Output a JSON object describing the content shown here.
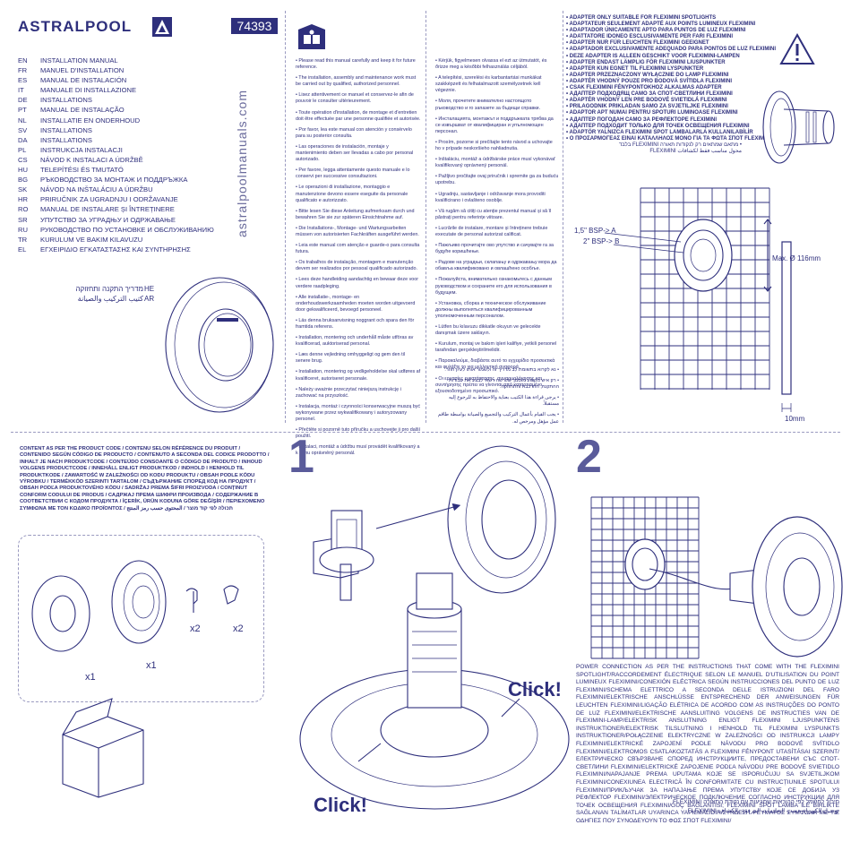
{
  "header": {
    "brand": "ASTRALPOOL",
    "product_code": "74393",
    "website": "astralpoolmanuals.com"
  },
  "languages": [
    {
      "code": "EN",
      "title": "INSTALLATION MANUAL"
    },
    {
      "code": "FR",
      "title": "MANUEL D'INSTALLATION"
    },
    {
      "code": "ES",
      "title": "MANUAL DE INSTALACIÓN"
    },
    {
      "code": "IT",
      "title": "MANUALE DI INSTALLAZIONE"
    },
    {
      "code": "DE",
      "title": "INSTALLATIONS"
    },
    {
      "code": "PT",
      "title": "MANUAL DE INSTALAÇÃO"
    },
    {
      "code": "NL",
      "title": "INSTALLATIE EN ONDERHOUD"
    },
    {
      "code": "SV",
      "title": "INSTALLATIONS"
    },
    {
      "code": "DA",
      "title": "INSTALLATIONS"
    },
    {
      "code": "PL",
      "title": "INSTRUKCJA INSTALACJI"
    },
    {
      "code": "CS",
      "title": "NÁVOD K INSTALACI A ÚDRŽBĚ"
    },
    {
      "code": "HU",
      "title": "TELEPÍTÉSI ÉS TMUTATÓ"
    },
    {
      "code": "BG",
      "title": "РЪКОВОДСТВО ЗА МОНТАЖ И ПОДДРЪЖКА"
    },
    {
      "code": "SK",
      "title": "NÁVOD NA INŠTALÁCIU A ÚDRŽBU"
    },
    {
      "code": "HR",
      "title": "PRIRUČNIK ZA UGRADNJU I ODRŽAVANJE"
    },
    {
      "code": "RO",
      "title": "MANUAL DE INSTALARE ȘI ÎNTREȚINERE"
    },
    {
      "code": "SR",
      "title": "УПУТСТВО ЗА УГРАДЊУ И ОДРЖАВАЊЕ"
    },
    {
      "code": "RU",
      "title": "РУКОВОДСТВО ПО УСТАНОВКЕ И ОБСЛУЖИВАНИЮ"
    },
    {
      "code": "TR",
      "title": "KURULUM VE BAKIM KILAVUZU"
    },
    {
      "code": "EL",
      "title": "ΕΓΧΕΙΡΙΔΙΟ ΕΓΚΑΤΑΣΤΑΣΗΣ ΚΑΙ ΣΥΝΤΗΡΗΣΗΣ"
    }
  ],
  "languages_rtl": {
    "he_title": "מדריך התקנה ותחזוקה",
    "he_code": "HE",
    "ar_title": "كتيب التركيب والصيانة",
    "ar_code": "AR"
  },
  "safety_col1": [
    "• Please read this manual carefully and keep it for future reference.",
    "• The installation, assembly and maintenance work must be carried out by qualified, authorized personnel.",
    "• Lisez attentivement ce manuel et conservez-le afin de pouvoir le consulter ultérieurement.",
    "• Toute opération d'installation, de montage et d'entretien doit être effectuée par une personne qualifiée et autorisée.",
    "• Por favor, lea este manual con atención y consérvelo para su posterior consulta.",
    "• Las operaciones de instalación, montaje y mantenimiento deben ser llevadas a cabo por personal autorizado.",
    "• Per favore, legga attentamente questo manuale e lo conservi per successive consultazioni.",
    "• Le operazioni di installazione, montaggio e manutenzione devono essere eseguite da personale qualificato e autorizzato.",
    "• Bitte lesen Sie diese Anleitung aufmerksam durch und bewahren Sie sie zur späteren Einsichtnahme auf.",
    "• Die Installations-, Montage- und Wartungsarbeiten müssen von autorisierten Fachkräften ausgeführt werden.",
    "• Leia este manual com atenção e guarde-o para consulta futura.",
    "• Os trabalhos de instalação, montagem e manutenção devem ser realizados por pessoal qualificado autorizado.",
    "• Lees deze handleiding aandachtig en bewaar deze voor verdere raadpleging.",
    "• Alle installatie-, montage- en onderhoudswerkzaamheden moeten worden uitgevoerd door gekwalificeerd, bevoegd personeel.",
    "• Läs denna bruksanvisning noggrant och spara den för framtida referens.",
    "• Installation, montering och underhåll måste utföras av kvalificerad, auktoriserad personal.",
    "• Læs denne vejledning omhyggeligt og gem den til senere brug.",
    "• Installation, montering og vedligeholdelse skal udføres af kvalificeret, autoriseret personale.",
    "• Należy uważnie przeczytać niniejszą instrukcję i zachować na przyszłość.",
    "• Instalacja, montaż i czynności konserwacyjne muszą być wykonywane przez wykwalifikowany i autoryzowany personel.",
    "• Přečtěte si pozorně tuto příručku a uschovejte ji pro další použití.",
    "• Instalaci, montáž a údržbu musí provádět kvalifikovaný a k tomu oprávněný personál."
  ],
  "safety_col2": [
    "• Kérjük, figyelmesen olvassa el ezt az útmutatót, és őrizze meg a későbbi felhasználás céljából.",
    "• A telepítési, szerelési és karbantartási munkákat szakképzett és felhatalmazott személyzetnek kell végeznie.",
    "• Моля, прочетете внимателно настоящото ръководство и го запазете за бъдещи справки.",
    "• Инсталацията, монтажът и поддръжката трябва да се извършват от квалифициран и упълномощен персонал.",
    "• Prosím, pozorne si prečítajte tento návod a uchovajte ho v prípade neskoršieho nahliadnutia.",
    "• Inštaláciu, montáž a údržbárske práce musí vykonávať kvalifikovaný oprávnený personál.",
    "• Pažljivo pročitajte ovaj priručnik i spremite ga za buduću upotrebu.",
    "• Ugradnju, sastavljanje i održavanje mora provoditi kvalificirano i ovlašteno osoblje.",
    "• Vă rugăm să citiți cu atenție prezentul manual și să îl păstrați pentru referințe viitoare.",
    "• Lucrările de instalare, montare și întreținere trebuie executate de personal autorizat calificat.",
    "• Пажљиво прочитајте ово упутство и сачувајте га за будуће коришћење.",
    "• Радове на уградњи, склапању и одржавању мора да обавља квалификовано и овлашћено особље.",
    "• Пожалуйста, внимательно ознакомьтесь с данным руководством и сохраните его для использования в будущем.",
    "• Установка, сборка и техническое обслуживание должны выполняться квалифицированным уполномоченным персоналом.",
    "• Lütfen bu kılavuzu dikkatle okuyun ve gelecekte danışmak üzere saklayın.",
    "• Kurulum, montaj ve bakım işleri kalifiye, yetkili personel tarafından gerçekleştirilmelidir.",
    "• Παρακαλούμε, διαβάστε αυτό το εγχειρίδιο προσεκτικά και φυλάξτε το για μελλοντική αναφορά.",
    "• Οι εργασίες εγκατάστασης, συναρμολόγησης και συντήρησης πρέπει να γίνονται από καταρτισμένο, εξουσιοδοτημένο προσωπικό."
  ],
  "safety_rtl": [
    "• נא לקרוא בתשומת לב מדריך זה ולשמור אותו לעיון חוזר.",
    "• רק איש מקצוע מוסמך ומורשה רשאי לבצע את עבודות ההתקנה, ההרכבה והתחזוקה.",
    "• يرجى قراءة هذا الكتيب بعناية والاحتفاظ به للرجوع إليه مستقبلاً.",
    "• يجب القيام بأعمال التركيب والتجميع والصيانة بواسطة طاقم عمل مؤهل ومرخص له."
  ],
  "adapter_notice": [
    "• ADAPTER ONLY SUITABLE FOR FLEXIMINI SPOTLIGHTS",
    "• ADAPTATEUR SEULEMENT ADAPTÉ AUX POINTS LUMINEUX FLEXIMINI",
    "• ADAPTADOR ÚNICAMENTE APTO PARA PUNTOS DE LUZ FLEXIMINI",
    "• ADATTATORE IDONEO ESCLUSIVAMENTE PER FARI FLEXIMINI",
    "• ADAPTER NUR FÜR LEUCHTEN FLEXIMINI GEEIGNET",
    "• ADAPTADOR EXCLUSIVAMENTE ADEQUADO PARA PONTOS DE LUZ FLEXIMINI",
    "• DEZE ADAPTER IS ALLEEN GESCHIKT VOOR FLEXIMINI-LAMPEN",
    "• ADAPTER ENDAST LÄMPLIG FÖR FLEXIMINI LIUSPUNKTER",
    "• ADAPTER KUN EGNET TIL FLEXIMINI LYSPUNKTER",
    "• ADAPTER PRZEZNACZONY WYŁĄCZNIE DO LAMP FLEXIMINI",
    "• ADAPTÉR VHODNÝ POUZE PRO BODOVÁ SVÍTIDLA FLEXIMINI",
    "• CSAK FLEXIMINI FÉNYPONTOKHOZ ALKALMAS ADAPTER",
    "• АДАПТЕР ПОДХОДЯЩ САМО ЗА СПОТ-СВЕТЛИНИ FLEXIMINI",
    "• ADAPTÉR VHODNÝ LEN PRE BODOVÉ SVIETIDLÁ FLEXIMINI",
    "• PRILAGODNIK PRIKLADAN SAMO ZA SVJETILJKE FLEXIMINI",
    "• ADAPTOR APT NUMAI PENTRU SPOTURI LUMINOASE FLEXIMINI",
    "• АДАПТЕР ПОГОДАН САМО ЗА РЕФЛЕКТОРЕ FLEXIMINI",
    "• АДАПТЕР ПОДХОДИТ ТОЛЬКО ДЛЯ ТОЧЕК ОСВЕЩЕНИЯ FLEXIMINI",
    "• ADAPTÖR YALNIZCA FLEXIMINI SPOT LAMBALARLA KULLANILABİLİR",
    "• Ο ΠΡΟΣΑΡΜΟΓΕΑΣ ΕΙΝΑΙ ΚΑΤΑΛΛΗΛΟΣ ΜΟΝΟ ΓΙΑ ΤΑ ΦΩΤΑ ΣΠΟΤ FLEXIMINI",
    "• מתאם שמתאים רק לנקודות תאורה FLEXIMINI בלבד",
    "محول مناسب فقط لكشافات FLEXIMINI"
  ],
  "diagram_labels": {
    "bsp_a": "1,5\" BSP-> A",
    "bsp_b": "2\" BSP-> B",
    "max_diameter": "Max. Ø 116mm",
    "depth": "10mm",
    "step1": "1",
    "step2": "2",
    "click": "Click!"
  },
  "content_notice": "CONTENT AS PER THE PRODUCT CODE / CONTENU SELON RÉFÉRENCE DU PRODUIT / CONTENIDO SEGÚN CÓDIGO DE PRODUCTO / CONTENUTO A SECONDA DEL CODICE PRODOTTO / INHALT JE NACH PRODUKTCODE / CONTEÚDO CONSOANTE O CÓDIGO DE PRODUTO / INHOUD VOLGENS PRODUCTCODE / INNEHÅLL ENLIGT PRODUKTKOD / INDHOLD I HENHOLD TIL PRODUKTKODE / ZAWARTOŚĆ W ZALEŻNOŚCI OD KODU PRODUKTU / OBSAH PODLE KÓDU VÝROBKU / TERMÉKKÓD SZERINTI TARTALOM / СЪДЪРЖАНИЕ СПОРЕД КОД НА ПРОДУКТ / OBSAH PODĽA PRODUKTOVÉHO KÓDU / SADRŽAJ PREMA ŠIFRI PROIZVODA / CONȚINUT CONFORM CODULUI DE PRODUS / САДРЖАЈ ПРЕМА ШИФРИ ПРОИЗВОДА / СОДЕРЖАНИЕ В СООТВЕТСТВИИ С КОДОМ ПРОДУКТА / İÇERİK, ÜRÜN KODUNA GÖRE DEĞİŞİR / ΠΕΡΙΕΧΟΜΕΝΟ ΣΥΜΦΩΝΑ ΜΕ ΤΟΝ ΚΩΔΙΚΟ ΠΡΟΪΟΝΤΟΣ / תכולה לפי קוד מוצר / المحتوى حسب رمز المنتج",
  "quantities": {
    "ring": "x1",
    "frame": "x1",
    "clip_a": "x2",
    "clip_b": "x2"
  },
  "power_notice": "POWER CONNECTION AS PER THE INSTRUCTIONS THAT COME WITH THE FLEXIMINI SPOTLIGHT/RACCORDEMENT ÉLECTRIQUE SELON LE MANUEL D'UTILISATION DU POINT LUMINEUX FLEXIMINI/CONEXIÓN ELÉCTRICA SEGÚN INSTRUCCIONES DEL PUNTO DE LUZ FLEXIMINI/SCHEMA ELETTRICO A SECONDA DELLE ISTRUZIONI DEL FARO FLEXIMINI/ELEKTRISCHE ANSCHLÜSSE ENTSPRECHEND DER ANWEISUNGEN FÜR LEUCHTEN FLEXIMINI/LIGAÇÃO ELÉTRICA DE ACORDO COM AS INSTRUÇÕES DO PONTO DE LUZ FLEXIMINI/ELEKTRISCHE AANSLUITING VOLGENS DE INSTRUCTIES VAN DE FLEXIMINI-LAMP/ELEKTRISK ANSLUTNING ENLIGT FLEXIMINI LJUSPUNKTENS INSTRUKTIONER/ELEKTRISK TILSLUTNING I HENHOLD TIL FLEXIMINI LYSPUNKTS INSTRUKTIONER/POŁĄCZENIE ELEKTRYCZNE W ZALEŻNOŚCI OD INSTRUKCJI LAMPY FLEXIMINI/ELEKTRICKÉ ZAPOJENÍ PODLE NÁVODU PRO BODOVÉ SVÍTIDLO FLEXIMINI/ELEKTROMOS CSATLAKOZTATÁS A FLEXIMINI FÉNYPONT UTASÍTÁSAI SZERINT/ЕЛЕКТРИЧЕСКО СВЪРЗВАНЕ СПОРЕД ИНСТРУКЦИИТЕ, ПРЕДОСТАВЕНИ СЪС СПОТ-СВЕТЛИНИ FLEXIMINI/ELEKTRICKÉ ZAPOJENIE PODĽA NÁVODU PRE BODOVÉ SVIETIDLO FLEXIMINI/NAPAJANJE PREMA UPUTAMA KOJE SE ISPORUČUJU SA SVJETILJKOM FLEXIMINI/CONEXIUNEA ELECTRICĂ ÎN CONFORMITATE CU INSTRUCȚIUNILE SPOTULUI FLEXIMINI/ПРИКЉУЧАК ЗА НАПАЈАЊЕ ПРЕМА УПУТСТВУ КОЈЕ СЕ ДОБИЈА УЗ РЕФЛЕКТОР FLEXIMINI/ЭЛЕКТРИЧЕСКОЕ ПОДКЛЮЧЕНИЕ СОГЛАСНО ИНСТРУКЦИИ ДЛЯ ТОЧЕК ОСВЕЩЕНИЯ FLEXIMINI/GÜÇ BAĞLANTISI; FLEXIMINI SPOT LAMBA İLE BİRLİKTE SAĞLANAN TALİMATLAR UYARINCA YAPILMALIDIR/ΣΥΝΔΕΣΗ ΡΕΥΜΑΤΟΣ ΣΥΜΦΩΝΑ ΜΕ ΤΙΣ ΟΔΗΓΙΕΣ ΠΟΥ ΣΥΝΟΔΕΥΟΥΝ ΤΟ ΦΩΣ ΣΠΟΤ FLEXIMINI/",
  "power_notice_rtl": [
    "חיבור לחשמל לפי ההוראות שמגיעות עם נקודת התאורה FLEXIMINI",
    "توصيل الكهرباء حسب التعليمات المرفقة بالكشاف FLEXIMINI"
  ],
  "colors": {
    "ink": "#2e2f7c",
    "code_box": "#2e2f7c",
    "background": "#ffffff"
  }
}
